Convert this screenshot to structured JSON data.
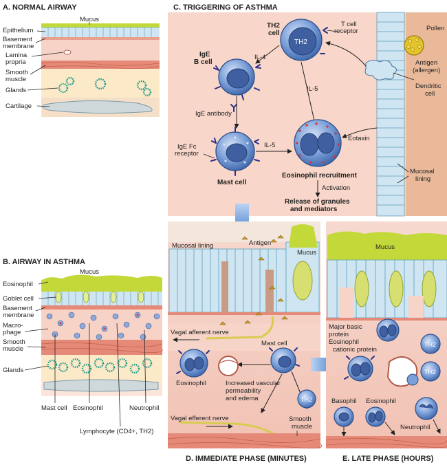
{
  "panel_a": {
    "title": "A. NORMAL AIRWAY",
    "labels": [
      "Mucus",
      "Epithelium",
      "Basement membrane",
      "Lamina propria",
      "Smooth muscle",
      "Glands",
      "Cartilage"
    ]
  },
  "panel_b": {
    "title": "B. AIRWAY IN ASTHMA",
    "labels": [
      "Mucus",
      "Eosinophil",
      "Goblet cell",
      "Basement membrane",
      "Macro-phage",
      "Smooth muscle",
      "Glands"
    ],
    "bottom_labels": [
      "Mast cell",
      "Eosinophil",
      "Neutrophil",
      "Lymphocyte (CD4+, TH2)"
    ]
  },
  "panel_c": {
    "title": "C. TRIGGERING OF ASTHMA",
    "th2_cell": "TH2 cell",
    "th2_inner": "TH2",
    "t_cell_receptor": "T cell receptor",
    "pollen": "Pollen",
    "antigen": "Antigen (allergen)",
    "dendritic": "Dendritic cell",
    "ige_b_cell": "IgE B cell",
    "il4": "IL-4",
    "il5_top": "IL-5",
    "il5_mid": "IL-5",
    "ige_antibody": "IgE antibody",
    "ige_fc": "IgE Fc receptor",
    "mast_cell": "Mast cell",
    "eotaxin": "Eotaxin",
    "eos_recruit": "Eosinophil recruitment",
    "activation": "Activation",
    "release": "Release of granules and mediators",
    "mucosal_lining": "Mucosal lining"
  },
  "panel_d": {
    "title": "D. IMMEDIATE PHASE (MINUTES)",
    "mucosal_lining": "Mucosal lining",
    "antigen": "Antigen",
    "mucus": "Mucus",
    "vagal_afferent": "Vagal afferent nerve",
    "mast_cell": "Mast cell",
    "eosinophil": "Eosinophil",
    "permeability": "Increased vascular permeability and edema",
    "th2": "TH2",
    "vagal_efferent": "Vagal efferent nerve",
    "smooth_muscle": "Smooth muscle"
  },
  "panel_e": {
    "title": "E. LATE PHASE (HOURS)",
    "mucus": "Mucus",
    "proteins": "Major basic protein Eosinophil cationic protein",
    "th2_a": "TH2",
    "th2_b": "TH2",
    "basophil": "Basophil",
    "eosinophil": "Eosinophil",
    "neutrophil": "Neutrophil"
  },
  "colors": {
    "cell_blue": "#5d86c7",
    "tissue_pink": "#f4c9bf",
    "mucus_green": "#c3d93a",
    "epithelium": "#cfe6f2"
  }
}
